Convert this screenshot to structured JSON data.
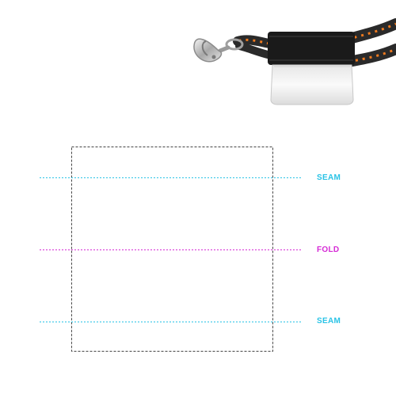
{
  "guides": {
    "seam_top": {
      "label": "SEAM",
      "color": "#29c3e6"
    },
    "fold": {
      "label": "FOLD",
      "color": "#d62bd6"
    },
    "seam_bottom": {
      "label": "SEAM",
      "color": "#29c3e6"
    }
  },
  "template": {
    "border_color": "#444444"
  },
  "illustration": {
    "strap_color": "#1a1a1a",
    "accent_color": "#f07a1e",
    "cord_color": "#2a2a2a",
    "tag_color": "#f2f2f2",
    "hook_color": "#c9c9c9"
  }
}
